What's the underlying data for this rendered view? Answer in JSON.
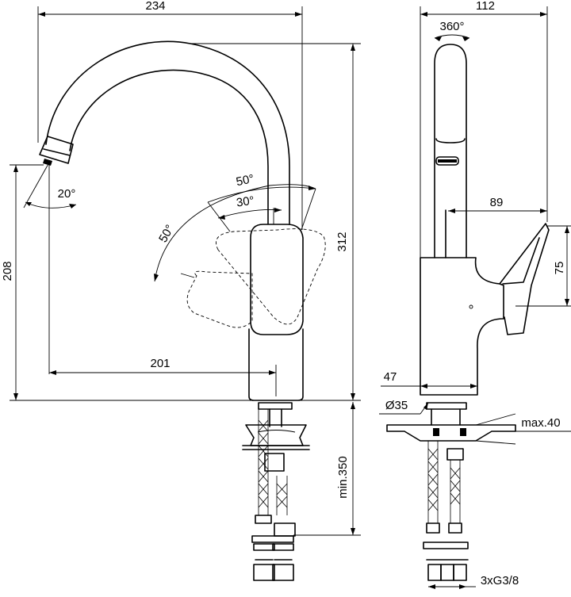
{
  "dimensions": {
    "overall_width": "234",
    "side_width": "112",
    "rotation": "360°",
    "spout_tilt": "20°",
    "lever_angle_outer": "50°",
    "lever_angle_inner": "30°",
    "lever_angle_left": "50°",
    "overall_height": "312",
    "spout_height": "208",
    "spout_reach": "201",
    "lever_reach": "89",
    "lever_height": "75",
    "base_width": "47",
    "hole_diameter": "Ø35",
    "max_thickness": "max.40",
    "min_hose": "min.350",
    "connections": "3xG3/8"
  }
}
